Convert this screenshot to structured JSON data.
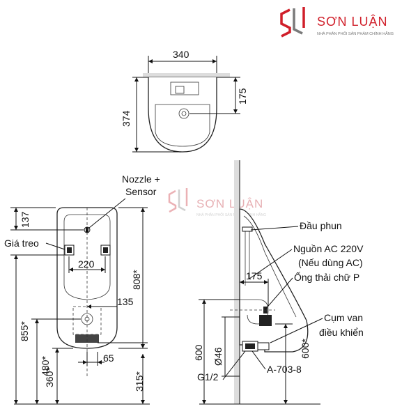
{
  "brand": {
    "name": "SƠN LUẬN",
    "tagline": "NHÀ PHÂN PHỐI SẢN PHẨM CHÍNH HÃNG",
    "logo_color": "#d01f2a"
  },
  "watermark": {
    "name": "SƠN LUẬN",
    "tagline": "NHÀ PHÂN PHỐI SẢN PHẨM CHÍNH HÃNG"
  },
  "top_view": {
    "width": "340",
    "depth": "374",
    "outlet_offset": "175"
  },
  "front_view": {
    "nozzle_label": "Nozzle +",
    "sensor_label": "Sensor",
    "bracket_label": "Giá treo",
    "dim_137": "137",
    "dim_220": "220",
    "dim_808": "808*",
    "dim_135": "135",
    "dim_855": "855*",
    "dim_480": "480*",
    "dim_360": "360*",
    "dim_65": "65",
    "dim_315": "315*"
  },
  "side_view": {
    "spray_head": "Đầu phun",
    "power_line1": "Nguồn AC 220V",
    "power_line2": "(Nếu dùng AC)",
    "p_trap": "Ống thải chữ P",
    "valve_line1": "Cụm van",
    "valve_line2": "điều khiển",
    "dim_175": "175",
    "dim_600_left": "600",
    "dim_46": "Ø46",
    "dim_600_right": "600*",
    "thread": "G1/2",
    "part_code": "A-703-8"
  }
}
